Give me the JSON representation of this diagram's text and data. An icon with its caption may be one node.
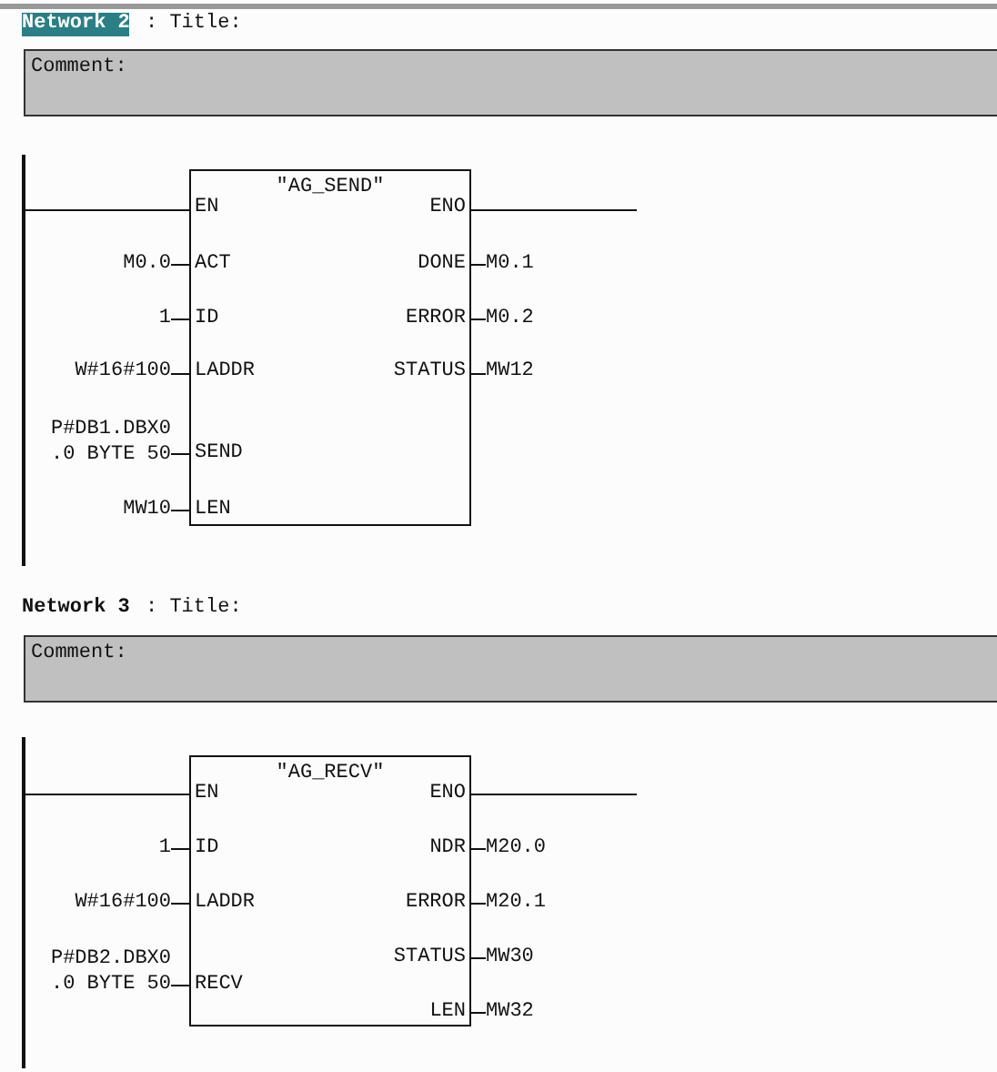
{
  "diagram": {
    "nodes": [
      {
        "text": [
          "Comment:"
        ]
      },
      {
        "text": [],
        "shape": "bar"
      },
      {
        "text": [
          "\"AG_SEND\"",
          "EN",
          "ENO",
          "ACT",
          "DONE",
          "ID",
          "ERROR",
          "LADDR",
          "STATUS",
          "SEND",
          "LEN"
        ]
      },
      {
        "text": [
          "M0.0"
        ]
      },
      {
        "text": [
          "1"
        ]
      },
      {
        "text": [
          "W#16#100"
        ]
      },
      {
        "text": [
          "P#DB1.DBX0 .0 BYTE 50"
        ]
      },
      {
        "text": [
          "MW10"
        ]
      },
      {
        "text": [
          "M0.1"
        ]
      },
      {
        "text": [
          "M0.2"
        ]
      },
      {
        "text": [
          "MW12"
        ]
      },
      {
        "text": [
          "Comment:"
        ]
      },
      {
        "text": [],
        "shape": "bar"
      },
      {
        "text": [
          "\"AG_RECV\"",
          "EN",
          "ENO",
          "ID",
          "NDR",
          "LADDR",
          "ERROR",
          "STATUS",
          "RECV",
          "LEN"
        ]
      },
      {
        "text": [
          "1"
        ]
      },
      {
        "text": [
          "W#16#100"
        ]
      },
      {
        "text": [
          "P#DB2.DBX0 .0 BYTE 50"
        ]
      },
      {
        "text": [
          "M20.0"
        ]
      },
      {
        "text": [
          "M20.1"
        ]
      },
      {
        "text": [
          "MW30"
        ]
      },
      {
        "text": [
          "MW32"
        ]
      }
    ],
    "edges": [
      {
        "from": 1,
        "to": 2,
        "arrow": "none"
      },
      {
        "from": 2,
        "to": null,
        "arrow": "none"
      },
      {
        "from": 3,
        "to": 2,
        "arrow": "none"
      },
      {
        "from": 4,
        "to": 2,
        "arrow": "none"
      },
      {
        "from": 5,
        "to": 2,
        "arrow": "none"
      },
      {
        "from": 6,
        "to": 2,
        "arrow": "none"
      },
      {
        "from": 7,
        "to": 2,
        "arrow": "none"
      },
      {
        "from": 2,
        "to": 8,
        "arrow": "none"
      },
      {
        "from": 2,
        "to": 9,
        "arrow": "none"
      },
      {
        "from": 2,
        "to": 10,
        "arrow": "none"
      },
      {
        "from": 12,
        "to": 13,
        "arrow": "none"
      },
      {
        "from": 13,
        "to": null,
        "arrow": "none"
      },
      {
        "from": 14,
        "to": 13,
        "arrow": "none"
      },
      {
        "from": 15,
        "to": 13,
        "arrow": "none"
      },
      {
        "from": 16,
        "to": 13,
        "arrow": "none"
      },
      {
        "from": 13,
        "to": 17,
        "arrow": "none"
      },
      {
        "from": 13,
        "to": 18,
        "arrow": "none"
      },
      {
        "from": 13,
        "to": 19,
        "arrow": "none"
      },
      {
        "from": 13,
        "to": 20,
        "arrow": "none"
      }
    ],
    "labels": [
      "Network 2",
      ": Title:",
      "Network 3",
      ": Title:"
    ]
  }
}
